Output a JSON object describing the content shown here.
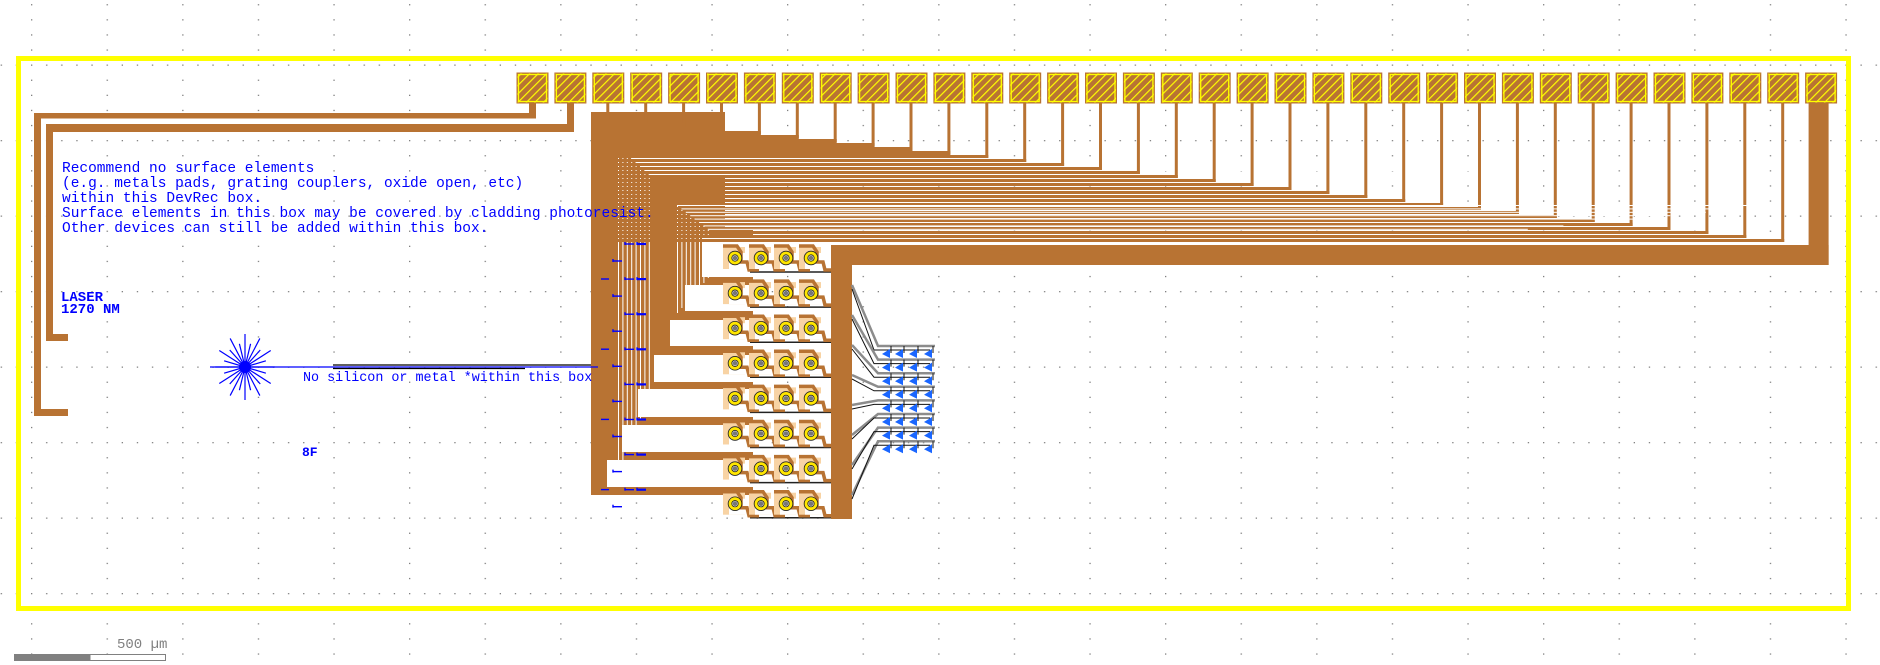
{
  "layout_view": {
    "devrec_note": [
      "Recommend no surface elements",
      "(e.g. metals pads, grating couplers, oxide open, etc)",
      "within this DevRec box.",
      "Surface elements in this box may be covered by cladding photoresist.",
      "Other devices can still be added within this box."
    ],
    "laser_label": [
      "LASER",
      "1270 NM"
    ],
    "laser_icon": "starburst-icon",
    "no_silicon_note": "No silicon or metal *within this box",
    "marking_label": "8F",
    "pad_count": 35,
    "device_rows": 8,
    "device_cols": 4,
    "coupler_rows": 8,
    "coupler_cols": 4
  },
  "scale_bar": {
    "label": "500 µm"
  },
  "colors": {
    "devrec_box": "#ffff00",
    "metal": "#b87333",
    "pad_hatch": "#ffff00",
    "text": "#0000ff",
    "device_fill": "#f8d3a4",
    "coupler": "#1a66ff",
    "waveguide": "#8c8c8c",
    "grid": "#808080",
    "scale_bar": "#808080"
  }
}
